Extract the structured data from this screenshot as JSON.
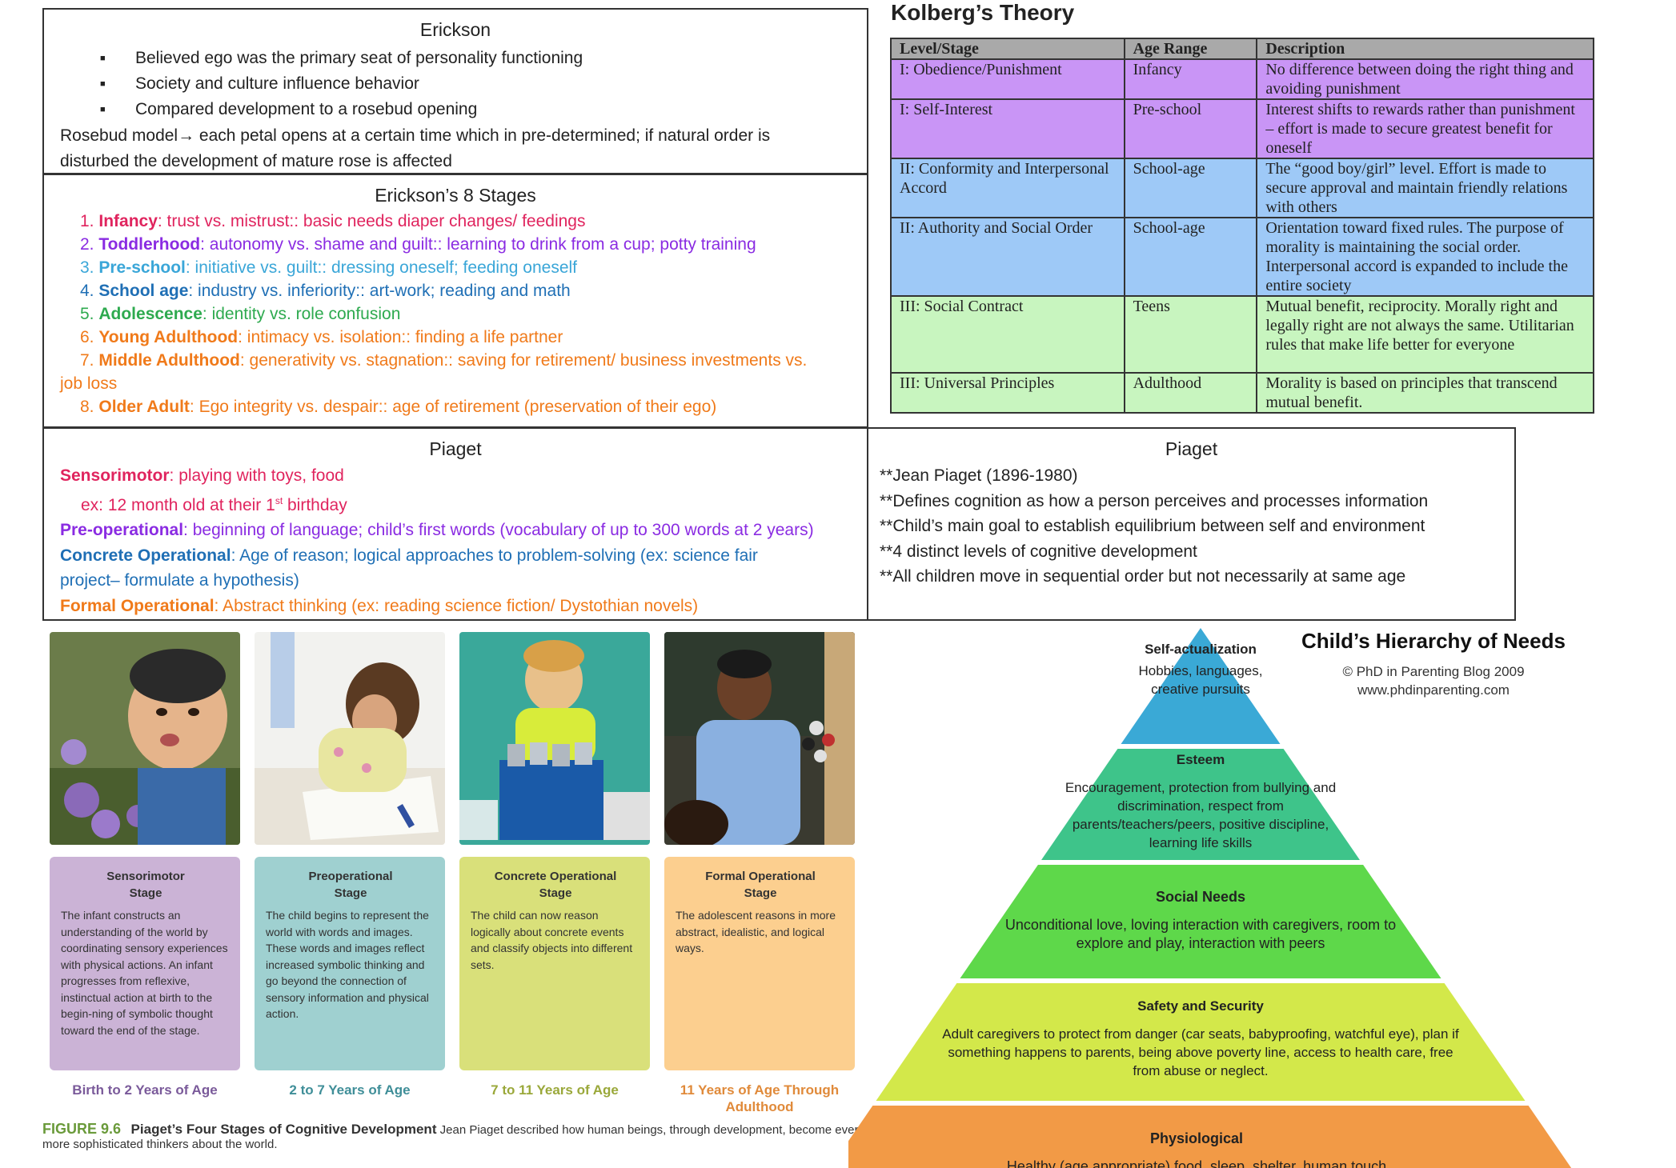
{
  "erickson": {
    "title": "Erickson",
    "bullets": [
      "Believed ego was the primary seat of personality functioning",
      "Society and culture influence behavior",
      "Compared development to a rosebud opening"
    ],
    "model_line1": "Rosebud model→ each petal opens at a certain time which in pre-determined; if natural order is",
    "model_line2": "disturbed the development of mature rose is affected"
  },
  "erickson_stages": {
    "title": "Erickson’s 8 Stages",
    "items": [
      {
        "num": "1.",
        "name": "Infancy",
        "text": ":  trust vs. mistrust:: basic needs diaper changes/ feedings",
        "color": "#e0245e"
      },
      {
        "num": "2.",
        "name": "Toddlerhood",
        "text": ":  autonomy vs. shame and guilt:: learning to drink from a cup; potty training",
        "color": "#8a2be2"
      },
      {
        "num": "3.",
        "name": "Pre-school",
        "text": ":  initiative vs. guilt:: dressing oneself; feeding oneself",
        "color": "#3aa6d8"
      },
      {
        "num": "4.",
        "name": "School age",
        "text": ":  industry vs. inferiority:: art-work; reading and math",
        "color": "#1f6fb5"
      },
      {
        "num": "5.",
        "name": "Adolescence",
        "text": ":  identity vs. role confusion",
        "color": "#2eaa4f"
      },
      {
        "num": "6.",
        "name": "Young Adulthood",
        "text": ":  intimacy vs. isolation:: finding a life partner",
        "color": "#f07a1a"
      },
      {
        "num": "7.",
        "name": "Middle Adulthood",
        "text": ":  generativity vs. stagnation:: saving for retirement/ business investments vs.",
        "color": "#f07a1a"
      },
      {
        "num": "8.",
        "name": "Older Adult",
        "text": ":  Ego integrity vs. despair:: age of retirement (preservation of their ego)",
        "color": "#f07a1a"
      }
    ],
    "item7_wrap": "job loss"
  },
  "piaget_left": {
    "title": "Piaget",
    "sensorimotor_name": "Sensorimotor",
    "sensorimotor_text": ":  playing with toys, food",
    "sensorimotor_ex": "ex:  12 month old at their 1",
    "sensorimotor_sup": "st",
    "sensorimotor_ex_end": " birthday",
    "preop_name": "Pre-operational",
    "preop_text": ":  beginning of language; child’s first words (vocabulary of up to 300 words at 2 years)",
    "concrete_name": "Concrete Operational",
    "concrete_text": ":  Age of reason; logical approaches to problem-solving (ex:  science fair",
    "concrete_text2": "project– formulate a hypothesis)",
    "formal_name": "Formal Operational",
    "formal_text": ":  Abstract thinking (ex: reading science fiction/ Dystothian novels)",
    "colors": {
      "sensorimotor": "#e0245e",
      "preop": "#8a2be2",
      "concrete": "#1f6fb5",
      "formal": "#f07a1a"
    }
  },
  "piaget_right": {
    "title": "Piaget",
    "lines": [
      "**Jean Piaget (1896-1980)",
      "**Defines cognition as how a person perceives and processes information",
      "**Child’s main goal to establish equilibrium between self and environment",
      "**4 distinct levels of cognitive development",
      "**All children move in sequential order but not necessarily at same age"
    ]
  },
  "kohlberg": {
    "title": "Kolberg’s Theory",
    "headers": [
      "Level/Stage",
      "Age Range",
      "Description"
    ],
    "rows": [
      {
        "stage": "I: Obedience/Punishment",
        "age": "Infancy",
        "desc": "No difference between doing the right thing and avoiding punishment",
        "group": "purple"
      },
      {
        "stage": "I: Self-Interest",
        "age": "Pre-school",
        "desc": "Interest shifts to rewards rather than punishment – effort is made to secure greatest benefit for oneself",
        "group": "purple"
      },
      {
        "stage": "II: Conformity and Interpersonal Accord",
        "age": "School-age",
        "desc": "The “good boy/girl” level. Effort is made to secure approval and maintain friendly relations with others",
        "group": "blue"
      },
      {
        "stage": "II: Authority and Social Order",
        "age": "School-age",
        "desc": "Orientation toward fixed rules. The purpose of morality is maintaining the social order. Interpersonal accord is expanded to include the entire society",
        "group": "blue"
      },
      {
        "stage": "III: Social Contract",
        "age": "Teens",
        "desc": "Mutual benefit, reciprocity. Morally right and legally right are not always the same. Utilitarian rules that make life better for everyone",
        "group": "green"
      },
      {
        "stage": "III: Universal Principles",
        "age": "Adulthood",
        "desc": "Morality is based on principles that transcend mutual benefit.",
        "group": "green"
      }
    ]
  },
  "piaget_figure": {
    "cards": [
      {
        "title1": "Sensorimotor",
        "title2": "Stage",
        "text": "The infant constructs an understanding of the world by coordinating sensory experiences with physical actions. An infant progresses from reflexive, instinctual action at birth to the begin-ning of symbolic thought toward the end of the stage.",
        "age": "Birth to 2 Years of Age",
        "bg": "#cbb3d6",
        "age_color": "#7a5a9a"
      },
      {
        "title1": "Preoperational",
        "title2": "Stage",
        "text": "The child begins to represent the world with words and images. These words and images reflect increased symbolic thinking and go beyond the connection of sensory information and physical action.",
        "age": "2 to 7 Years of Age",
        "bg": "#9fd0d0",
        "age_color": "#3f8e98"
      },
      {
        "title1": "Concrete Operational",
        "title2": "Stage",
        "text": "The child can now reason logically about concrete events and classify objects into different sets.",
        "age": "7 to 11 Years of Age",
        "bg": "#d9e07a",
        "age_color": "#9aa83a"
      },
      {
        "title1": "Formal Operational",
        "title2": "Stage",
        "text": "The adolescent reasons in more abstract, idealistic, and logical ways.",
        "age": "11 Years of Age Through Adulthood",
        "bg": "#fccf8f",
        "age_color": "#e08a3a"
      }
    ],
    "caption_fig": "FIGURE 9.6",
    "caption_title": "Piaget’s Four Stages of Cognitive Development",
    "caption_text": " Jean Piaget described how human beings, through development, become ever more sophisticated thinkers about the world."
  },
  "hierarchy": {
    "title": "Child’s Hierarchy of Needs",
    "credit1": "© PhD in Parenting Blog 2009",
    "credit2": "www.phdinparenting.com",
    "levels": [
      {
        "name": "Self-actualization",
        "text": "Hobbies, languages, creative pursuits",
        "color": "#3aa9d6"
      },
      {
        "name": "Esteem",
        "text": "Encouragement, protection from bullying and discrimination, respect from parents/teachers/peers, positive discipline, learning life skills",
        "color": "#3ec48a"
      },
      {
        "name": "Social Needs",
        "text": "Unconditional love, loving interaction with caregivers, room to explore and play, interaction with peers",
        "color": "#5ed84a"
      },
      {
        "name": "Safety and Security",
        "text": "Adult caregivers to protect from danger (car seats, babyproofing, watchful eye), plan if something happens to parents, being above poverty line, access to health care, free from abuse or neglect.",
        "color": "#d3e84a"
      },
      {
        "name": "Physiological",
        "text": "Healthy (age appropriate) food, sleep, shelter, human touch",
        "color": "#f29a46"
      }
    ]
  }
}
